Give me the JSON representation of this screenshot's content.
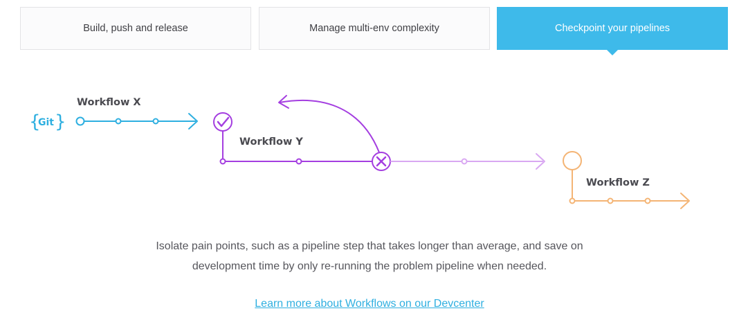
{
  "tabs": [
    {
      "label": "Build, push and release",
      "active": false
    },
    {
      "label": "Manage multi-env complexity",
      "active": false
    },
    {
      "label": "Checkpoint your pipelines",
      "active": true
    }
  ],
  "diagram": {
    "git_label": "Git",
    "workflow_x": "Workflow X",
    "workflow_y": "Workflow Y",
    "workflow_z": "Workflow Z",
    "colors": {
      "workflow_x": "#2eafe0",
      "workflow_y": "#a43ee0",
      "workflow_y_faded": "#d9a8f2",
      "workflow_z": "#f4b474"
    },
    "icons": {
      "workflow_y_start": "checkmark-icon",
      "workflow_y_fail": "x-icon",
      "rerun": "curved-arrow-icon"
    }
  },
  "description": "Isolate pain points, such as a pipeline step that takes longer than average, and save on development time by only re-running the problem pipeline when needed.",
  "link": {
    "label": "Learn more about Workflows on our Devcenter"
  },
  "colors": {
    "accent": "#3ebaea",
    "link": "#2eafe0"
  }
}
